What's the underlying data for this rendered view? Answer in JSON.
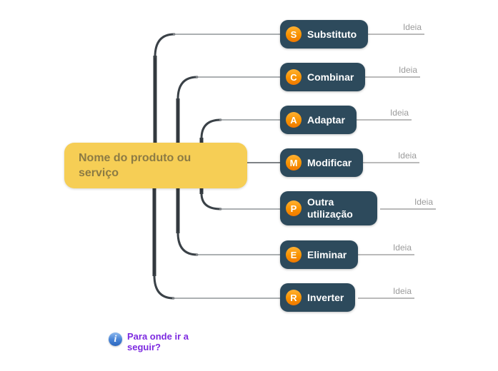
{
  "root_topic": {
    "label": "Nome do produto ou serviço"
  },
  "branches": [
    {
      "letter": "S",
      "label": "Substituto",
      "idea": "Ideia"
    },
    {
      "letter": "C",
      "label": "Combinar",
      "idea": "Ideia"
    },
    {
      "letter": "A",
      "label": "Adaptar",
      "idea": "Ideia"
    },
    {
      "letter": "M",
      "label": "Modificar",
      "idea": "Ideia"
    },
    {
      "letter": "P",
      "label": "Outra utilização",
      "idea": "Ideia"
    },
    {
      "letter": "E",
      "label": "Eliminar",
      "idea": "Ideia"
    },
    {
      "letter": "R",
      "label": "Inverter",
      "idea": "Ideia"
    }
  ],
  "note": {
    "icon": "info-icon",
    "icon_glyph": "i",
    "text": "Para onde ir a seguir?"
  },
  "colors": {
    "topic_bg": "#2d4a5c",
    "topic_text": "#ffffff",
    "root_bg": "#f6ce55",
    "root_text": "#8c7b44",
    "badge_orange": "#f89200",
    "idea_text": "#9b9b9b",
    "note_text": "#7d2ae0",
    "info_icon_blue": "#4a86d8",
    "connector_dark": "#32383e",
    "connector_gray": "#919699",
    "idea_line_gray": "#b1b1b1"
  }
}
